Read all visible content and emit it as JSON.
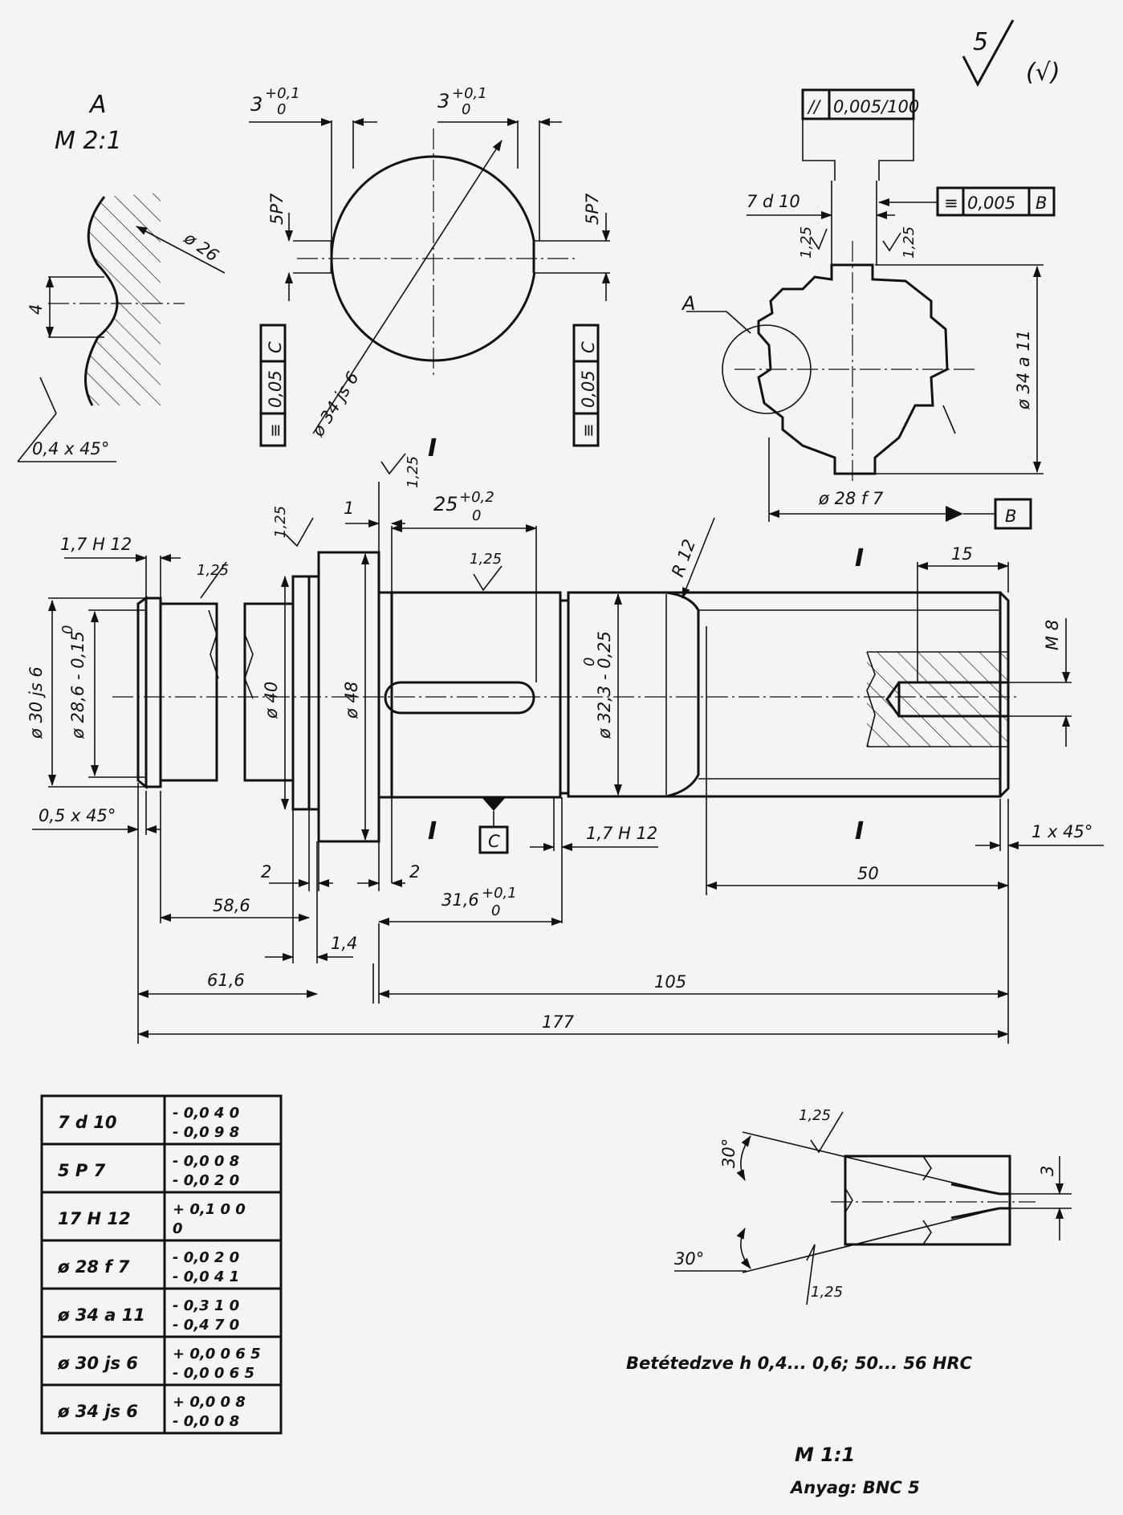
{
  "roughness": {
    "value": "5",
    "note": "(√)"
  },
  "detail": {
    "letter": "A",
    "scale": "M 2:1",
    "dia": "ø 26",
    "depth": "4",
    "chamfer": "0,4 x 45°"
  },
  "keyway_section": {
    "width_left": "3",
    "tol_left_upper": "+0,1",
    "tol_left_lower": "0",
    "width_right": "3",
    "tol_right_upper": "+0,1",
    "tol_right_lower": "0",
    "fit_left": "5P7",
    "fit_right": "5P7",
    "dia": "ø 34 js 6",
    "fcf_left": {
      "sym": "≡",
      "value": "0,05",
      "datum": "C"
    },
    "fcf_right": {
      "sym": "≡",
      "value": "0,05",
      "datum": "C"
    },
    "section_mark": "I"
  },
  "spline_section": {
    "parallel": {
      "sym": "//",
      "value": "0,005/100"
    },
    "sym_tol": {
      "sym": "≡",
      "value": "0,005",
      "datum": "B"
    },
    "width": "7 d 10",
    "rough_left": "1,25",
    "rough_right": "1,25",
    "detail_ref": "A",
    "dia_outer": "ø 34 a 11",
    "dia_inner": "ø 28 f 7",
    "datum": "B"
  },
  "shaft": {
    "groove": "1,7 H 12",
    "rough_groove": "1,25",
    "rough_shoulder": "1,25",
    "rough_face": "1,25",
    "dim_1": "1",
    "key_len": "25",
    "key_len_upper": "+0,2",
    "key_len_lower": "0",
    "rough_mid": "1,25",
    "radius": "R 12",
    "thread_len": "15",
    "thread": "M 8",
    "dia_30": "ø 30 js 6",
    "dia_286": "ø 28,6 - 0,15",
    "dia_286_upper": "0",
    "dia_40": "ø 40",
    "dia_48": "ø 48",
    "dia_323": "ø 32,3 - 0,25",
    "dia_323_upper": "0",
    "chamfer_left": "0,5 x 45°",
    "chamfer_right": "1 x 45°",
    "datum": "C",
    "groove2": "1,7 H 12",
    "section_marks": [
      "I",
      "I",
      "I",
      "I"
    ],
    "dim_2a": "2",
    "dim_2b": "2",
    "dim_316": "31,6",
    "dim_316_upper": "+0,1",
    "dim_316_lower": "0",
    "dim_50": "50",
    "dim_586": "58,6",
    "dim_14": "1,4",
    "dim_616": "61,6",
    "dim_105": "105",
    "dim_177": "177"
  },
  "tolerance_table": [
    {
      "fit": "7 d 10",
      "upper": "- 0,0 4 0",
      "lower": "- 0,0 9 8"
    },
    {
      "fit": "5 P 7",
      "upper": "- 0,0 0 8",
      "lower": "- 0,0 2 0"
    },
    {
      "fit": "17 H 12",
      "upper": "+ 0,1 0 0",
      "lower": "0"
    },
    {
      "fit": "ø 28 f 7",
      "upper": "- 0,0 2 0",
      "lower": "- 0,0 4 1"
    },
    {
      "fit": "ø 34 a 11",
      "upper": "- 0,3 1 0",
      "lower": "- 0,4 7 0"
    },
    {
      "fit": "ø 30 js 6",
      "upper": "+ 0,0 0 6 5",
      "lower": "- 0,0 0 6 5"
    },
    {
      "fit": "ø 34 js 6",
      "upper": "+ 0,0 0 8",
      "lower": "- 0,0 0 8"
    }
  ],
  "center_hole": {
    "angle_top": "30°",
    "angle_bottom": "30°",
    "rough_top": "1,25",
    "rough_bottom": "1,25",
    "dia": "3"
  },
  "notes": {
    "hardening": "Betétedzve  h 0,4... 0,6; 50... 56 HRC",
    "scale": "M 1:1",
    "material": "Anyag: BNC 5"
  }
}
